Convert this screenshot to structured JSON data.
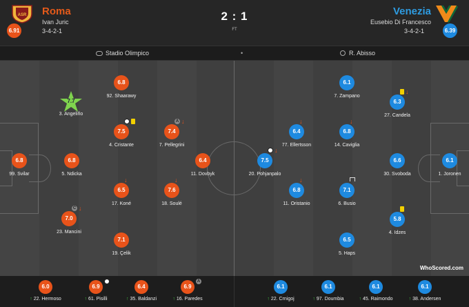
{
  "header": {
    "home": {
      "name": "Roma",
      "coach": "Ivan Juric",
      "formation": "3-4-2-1",
      "rating": "6.91"
    },
    "away": {
      "name": "Venezia",
      "coach": "Eusebio Di Francesco",
      "formation": "3-4-2-1",
      "rating": "6.39"
    },
    "score": "2 : 1",
    "status": "FT",
    "crest_text": "ASR"
  },
  "info": {
    "venue": "Stadio Olimpico",
    "separator": "•",
    "referee": "R. Abisso",
    "venue_icon": "stadium-icon",
    "referee_icon": "whistle-icon"
  },
  "colors": {
    "home": "#e8531a",
    "away": "#1e8ae0",
    "pitch": "#3f3f3f",
    "motm_star": "#7fd34e"
  },
  "home_players": [
    {
      "rating": "6.8",
      "label": "99. Svilar",
      "marks": []
    },
    {
      "rating": "6.8",
      "label": "5. Ndicka",
      "marks": []
    },
    {
      "rating": "7.0",
      "label": "23. Mancini",
      "marks": [
        "captain-icon",
        "sub-off-icon"
      ]
    },
    {
      "rating": "7.7",
      "label": "3. Angeliño",
      "marks": [],
      "motm": true
    },
    {
      "rating": "7.5",
      "label": "4. Cristante",
      "marks": [
        "goal-icon",
        "yellow-card-icon"
      ]
    },
    {
      "rating": "6.5",
      "label": "17. Koné",
      "marks": [
        "sub-off-icon"
      ]
    },
    {
      "rating": "7.1",
      "label": "19. Çelik",
      "marks": []
    },
    {
      "rating": "6.8",
      "label": "92. Shaarawy",
      "marks": []
    },
    {
      "rating": "7.4",
      "label": "7. Pellegrini",
      "marks": [
        "assist-icon",
        "sub-off-icon"
      ]
    },
    {
      "rating": "7.6",
      "label": "18. Soulé",
      "marks": [
        "sub-off-icon"
      ]
    },
    {
      "rating": "6.4",
      "label": "11. Dovbyk",
      "marks": []
    }
  ],
  "away_players": [
    {
      "rating": "6.1",
      "label": "1. Joronen",
      "marks": []
    },
    {
      "rating": "6.6",
      "label": "30. Svoboda",
      "marks": []
    },
    {
      "rating": "6.3",
      "label": "27. Candela",
      "marks": [
        "yellow-card-icon",
        "sub-off-icon"
      ]
    },
    {
      "rating": "5.8",
      "label": "4. Idzes",
      "marks": [
        "yellow-card-icon"
      ]
    },
    {
      "rating": "6.1",
      "label": "7. Zampano",
      "marks": []
    },
    {
      "rating": "6.8",
      "label": "14. Caviglia",
      "marks": [
        "sub-off-icon"
      ]
    },
    {
      "rating": "7.1",
      "label": "6. Busio",
      "marks": [
        "woodwork-icon"
      ]
    },
    {
      "rating": "6.5",
      "label": "5. Haps",
      "marks": []
    },
    {
      "rating": "6.4",
      "label": "77. Ellertsson",
      "marks": [
        "sub-off-icon"
      ]
    },
    {
      "rating": "6.8",
      "label": "11. Oristanio",
      "marks": [
        "sub-off-icon"
      ]
    },
    {
      "rating": "7.5",
      "label": "20. Pohjanpalo",
      "marks": [
        "goal-icon",
        "sub-off-icon"
      ]
    }
  ],
  "home_subs": [
    {
      "rating": "6.0",
      "label": "22. Hermoso",
      "marks": []
    },
    {
      "rating": "6.9",
      "label": "61. Pisilli",
      "marks": [
        "goal-icon"
      ]
    },
    {
      "rating": "6.4",
      "label": "35. Baldanzi",
      "marks": []
    },
    {
      "rating": "6.9",
      "label": "16. Paredes",
      "marks": [
        "assist-icon"
      ]
    }
  ],
  "away_subs": [
    {
      "rating": "6.1",
      "label": "22. Crnigoj",
      "marks": []
    },
    {
      "rating": "6.1",
      "label": "97. Doumbia",
      "marks": []
    },
    {
      "rating": "6.1",
      "label": "45. Raimondo",
      "marks": []
    },
    {
      "rating": "6.1",
      "label": "38. Andersen",
      "marks": []
    }
  ],
  "branding": {
    "text": "WhoScored.com"
  }
}
